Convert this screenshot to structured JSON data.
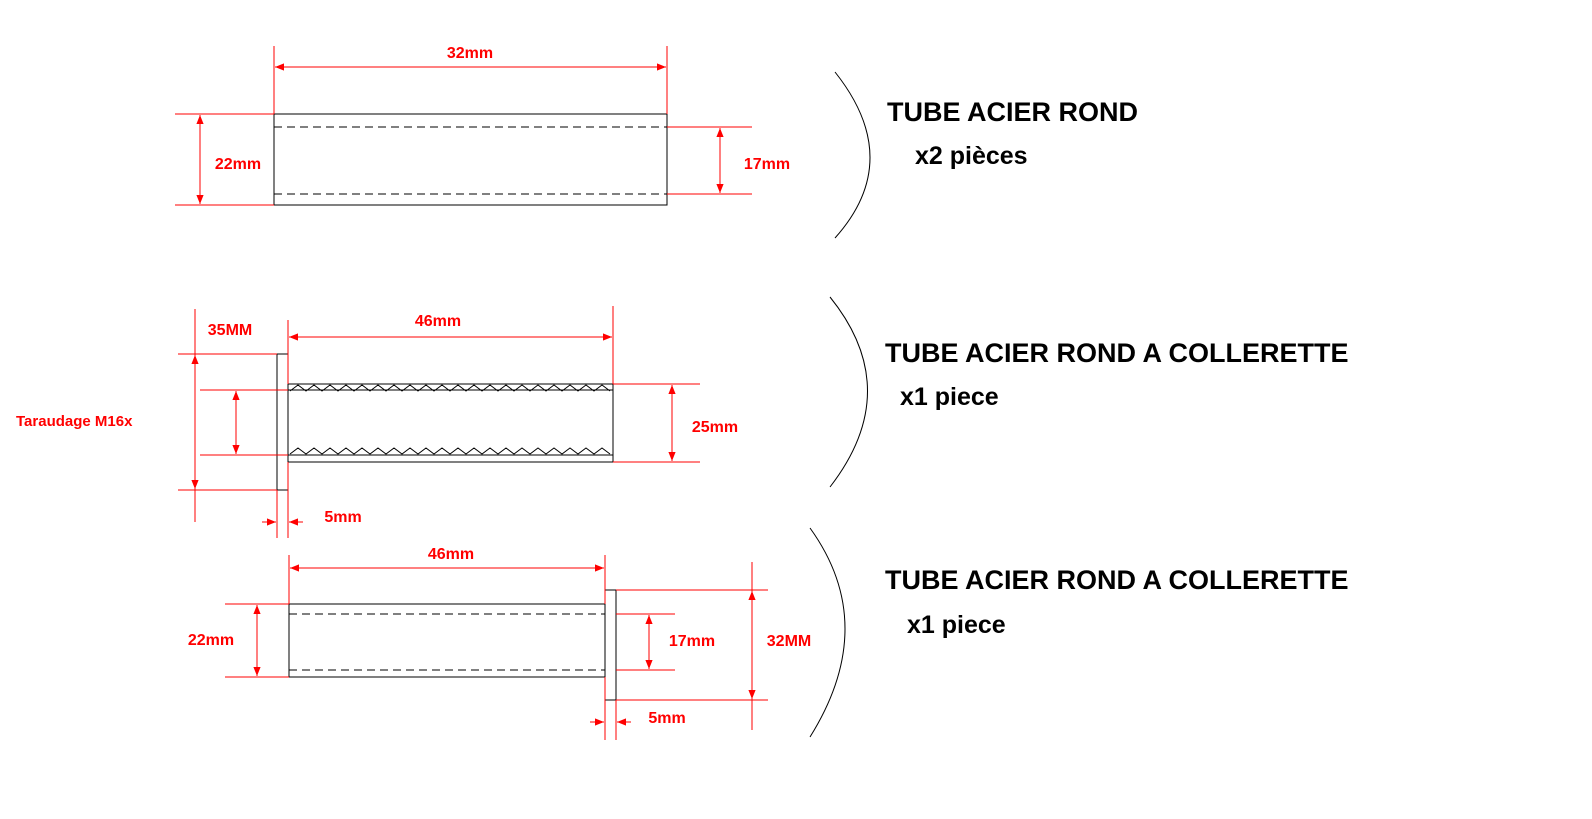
{
  "parts": [
    {
      "title": "TUBE ACIER ROND",
      "quantity": "x2 pièces",
      "dims": {
        "length": "32mm",
        "outer": "22mm",
        "inner": "17mm"
      }
    },
    {
      "title": "TUBE ACIER ROND  A COLLERETTE",
      "quantity": "x1 piece",
      "dims": {
        "collar": "35MM",
        "length": "46mm",
        "thread": "Taraudage M16x",
        "inner": "25mm",
        "collar_width": "5mm"
      }
    },
    {
      "title": "TUBE ACIER ROND  A COLLERETTE",
      "quantity": "x1 piece",
      "dims": {
        "length": "46mm",
        "outer": "22mm",
        "inner": "17mm",
        "collar": "32MM",
        "collar_width": "5mm"
      }
    }
  ]
}
